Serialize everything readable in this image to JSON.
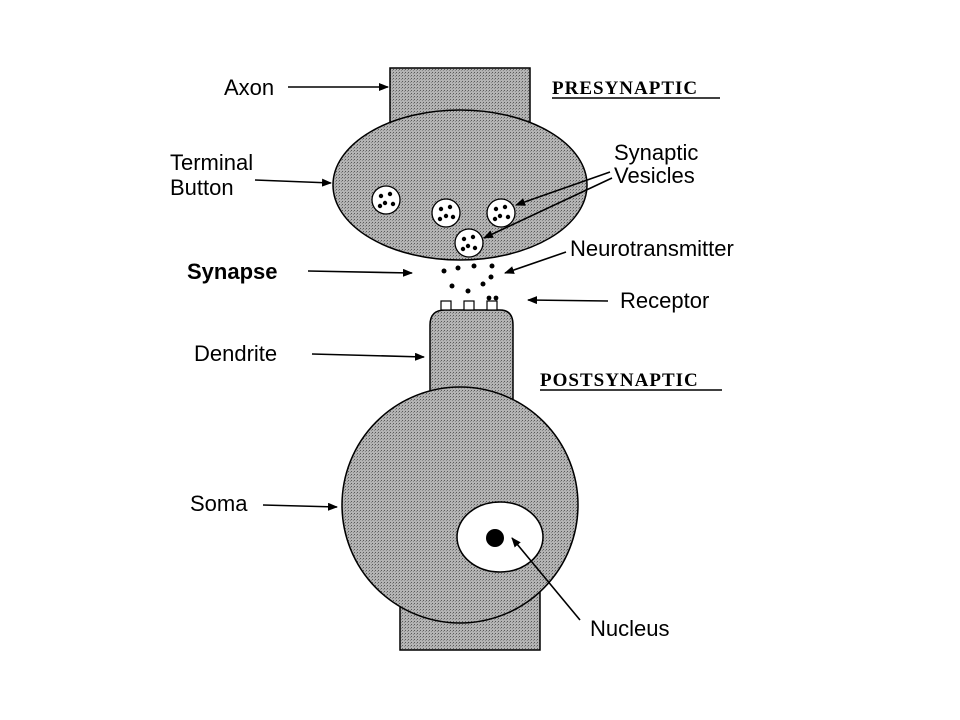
{
  "diagram": {
    "headings": {
      "presynaptic": "PRESYNAPTIC",
      "postsynaptic": "POSTSYNAPTIC"
    },
    "labels": {
      "axon": "Axon",
      "terminal_button_line1": "Terminal",
      "terminal_button_line2": "Button",
      "synaptic_vesicles_line1": "Synaptic",
      "synaptic_vesicles_line2": "Vesicles",
      "synapse": "Synapse",
      "neurotransmitter": "Neurotransmitter",
      "receptor": "Receptor",
      "dendrite": "Dendrite",
      "soma": "Soma",
      "nucleus": "Nucleus"
    },
    "colors": {
      "fill": "#a8a8a8",
      "stroke": "#000000",
      "background": "#ffffff"
    }
  }
}
